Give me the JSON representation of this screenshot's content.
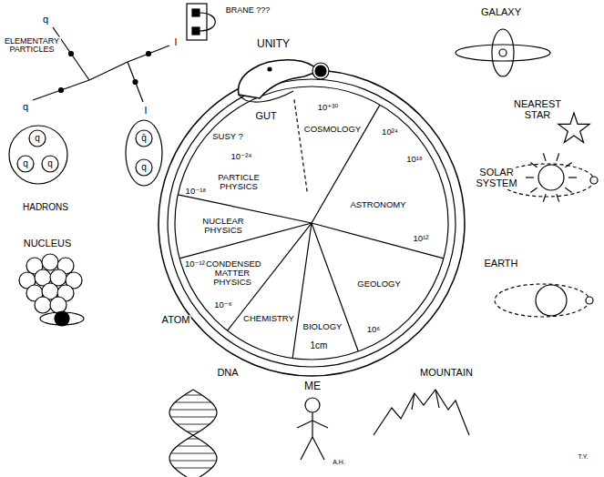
{
  "diagram": {
    "labels": [
      "ELEMENTARY PARTICLES",
      "q",
      "l",
      "q",
      "l",
      "BRANE ???",
      "UNITY",
      "GALAXY",
      "NEAREST STAR",
      "SOLAR SYSTEM",
      "EARTH",
      "MOUNTAIN",
      "ME",
      "A.H.",
      "DNA",
      "ATOM",
      "NUCLEUS",
      "HADRONS",
      "q",
      "q",
      "q",
      "q̄",
      "q",
      "T.Y.",
      "GUT",
      "SUSY ?",
      "10⁻²⁴",
      "10⁺³⁰",
      "COSMOLOGY",
      "10²⁴",
      "PARTICLE PHYSICS",
      "10⁻¹⁸",
      "NUCLEAR PHYSICS",
      "10⁻¹²",
      "CONDENSED MATTER PHYSICS",
      "10⁻⁶",
      "CHEMISTRY",
      "BIOLOGY",
      "1cm",
      "GEOLOGY",
      "10⁶",
      "ASTRONOMY",
      "10¹⁸",
      "10¹²"
    ]
  }
}
